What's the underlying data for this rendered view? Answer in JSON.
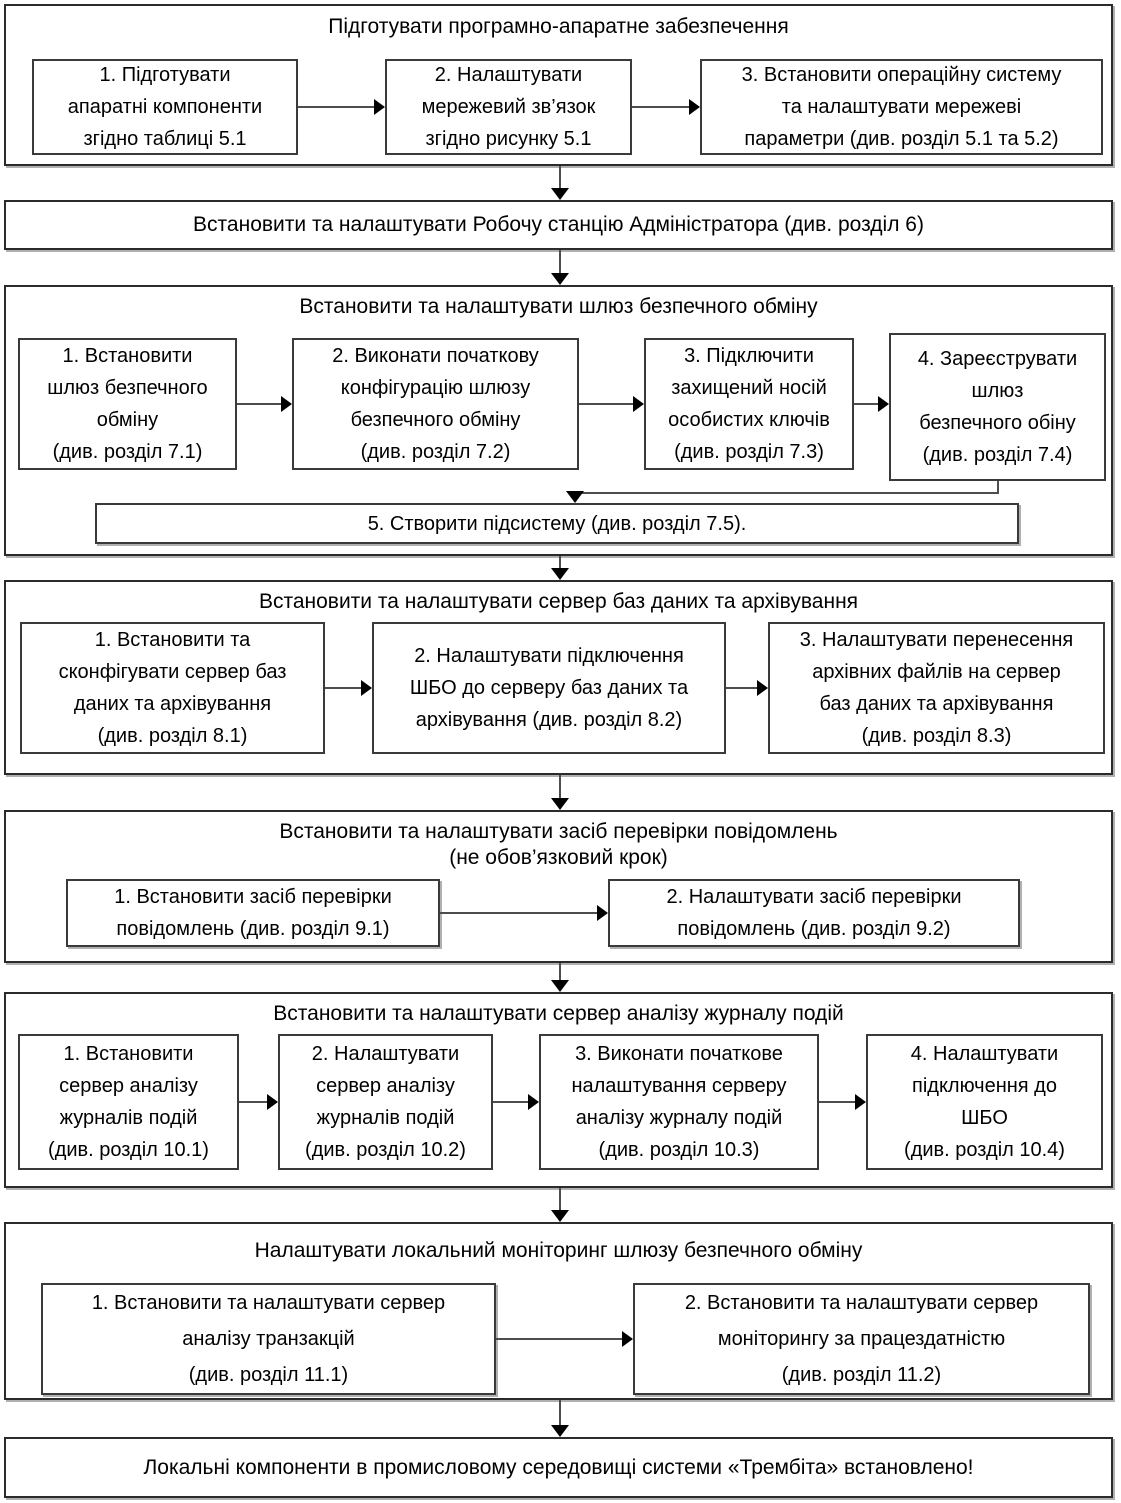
{
  "colors": {
    "background": "#ffffff",
    "text": "#000000",
    "container_border": "#2b2b2b",
    "box_border": "#3a3a3a",
    "connector_line": "#4d4d4d",
    "arrowhead": "#000000",
    "shadow": "#b0b0b0"
  },
  "flow": {
    "sections": [
      {
        "id": "prepare-hardware",
        "title": "Підготувати програмно-апаратне забезпечення",
        "boxes": [
          "1. Підготувати\nапаратні компоненти\nзгідно таблиці 5.1",
          "2. Налаштувати\nмережевий зв’язок\nзгідно рисунку 5.1",
          "3. Встановити операційну систему\nта налаштувати мережеві\nпараметри (див. розділ 5.1 та 5.2)"
        ]
      },
      {
        "id": "admin-workstation",
        "title": "Встановити та налаштувати Робочу станцію Адміністратора (див. розділ 6)",
        "boxes": []
      },
      {
        "id": "secure-exchange-gateway",
        "title": "Встановити та налаштувати шлюз безпечного обміну",
        "boxes": [
          "1. Встановити\nшлюз безпечного\nобміну\n(див. розділ 7.1)",
          "2. Виконати початкову\nконфігурацію  шлюзу\nбезпечного обміну\n(див. розділ 7.2)",
          "3. Підключити\nзахищений носій\nособистих ключів\n(див. розділ 7.3)",
          "4. Зареєструвати\nшлюз\nбезпечного обіну\n(див. розділ 7.4)"
        ],
        "footer_box": "5. Створити підсистему (див. розділ 7.5)."
      },
      {
        "id": "database-archive-server",
        "title": "Встановити та налаштувати сервер баз даних та архівування",
        "boxes": [
          "1. Встановити та\nсконфігувати сервер баз\nданих та архівування\n(див. розділ 8.1)",
          "2. Налаштувати підключення\nШБО до серверу баз даних та\nархівування (див. розділ 8.2)",
          "3. Налаштувати перенесення\nархівних файлів на сервер\nбаз даних та архівування\n(див. розділ 8.3)"
        ]
      },
      {
        "id": "message-verification-tool",
        "title": "Встановити та налаштувати засіб перевірки повідомлень\n(не обов’язковий крок)",
        "boxes": [
          "1. Встановити засіб перевірки\nповідомлень (див. розділ 9.1)",
          "2. Налаштувати засіб перевірки\nповідомлень (див. розділ 9.2)"
        ]
      },
      {
        "id": "event-log-analysis-server",
        "title": "Встановити та налаштувати сервер аналізу журналу подій",
        "boxes": [
          "1. Встановити\nсервер аналізу\nжурналів подій\n(див. розділ 10.1)",
          "2. Налаштувати\nсервер аналізу\nжурналів подій\n(див. розділ 10.2)",
          "3. Виконати початкове\nналаштування серверу\nаналізу журналу подій\n(див. розділ 10.3)",
          "4. Налаштувати\nпідключення до\nШБО\n(див. розділ 10.4)"
        ]
      },
      {
        "id": "local-monitoring",
        "title": "Налаштувати  локальний моніторинг шлюзу безпечного обміну",
        "boxes": [
          "1. Встановити та налаштувати сервер\nаналізу транзакцій\n(див. розділ 11.1)",
          "2. Встановити та налаштувати сервер\nмоніторингу за працездатністю\n(див. розділ 11.2)"
        ]
      },
      {
        "id": "final-note",
        "title": "Локальні компоненти в промисловому середовищі системи «Трембіта» встановлено!",
        "boxes": []
      }
    ]
  }
}
